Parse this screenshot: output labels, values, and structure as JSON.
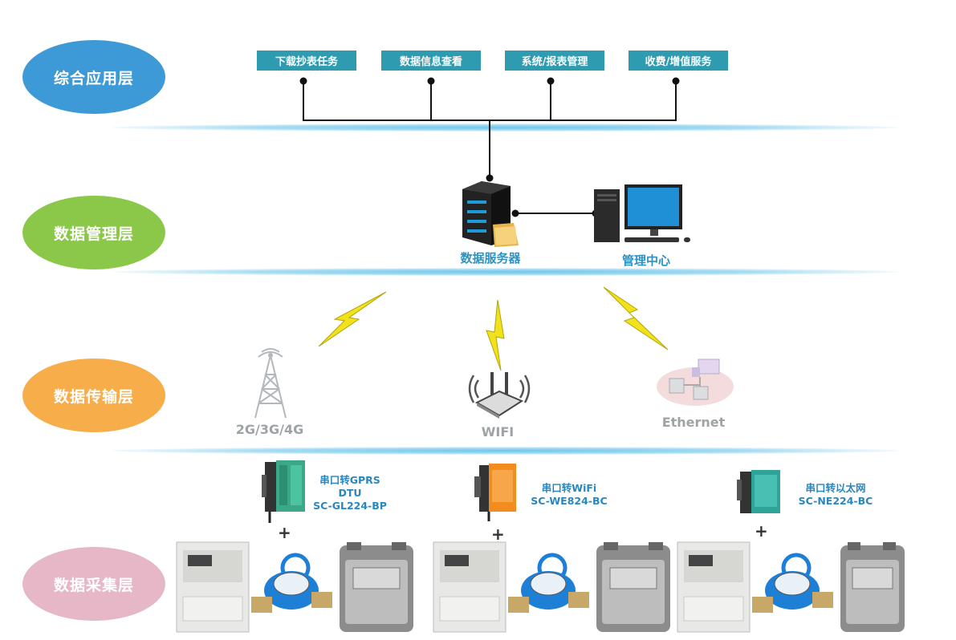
{
  "layers": {
    "application": "综合应用层",
    "management": "数据管理层",
    "transmission": "数据传输层",
    "collection": "数据采集层"
  },
  "colors": {
    "application": "#3d9ad7",
    "management": "#8bc84a",
    "transmission": "#f6ad4a",
    "collection": "#e6b8c7",
    "app_box": "#2f9bb0",
    "label": "#2a93c4"
  },
  "app_functions": [
    "下载抄表任务",
    "数据信息查看",
    "系统/报表管理",
    "收费/增值服务"
  ],
  "management": {
    "server_label": "数据服务器",
    "center_label": "管理中心"
  },
  "transmission": {
    "cellular": "2G/3G/4G",
    "wifi": "WIFI",
    "ethernet": "Ethernet"
  },
  "devices": [
    {
      "line1": "串口转GPRS",
      "line2": "DTU",
      "line3": "SC-GL224-BP"
    },
    {
      "line1": "串口转WiFi",
      "line2": "SC-WE824-BC",
      "line3": ""
    },
    {
      "line1": "串口转以太网",
      "line2": "SC-NE224-BC",
      "line3": ""
    }
  ],
  "plus_sign": "+"
}
